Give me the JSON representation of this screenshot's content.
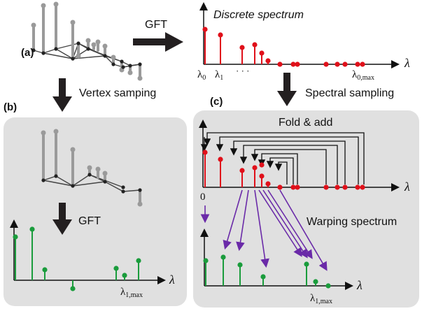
{
  "labels": {
    "panel_a": "(a)",
    "panel_b": "(b)",
    "panel_c": "(c)",
    "gft_top": "GFT",
    "gft_b": "GFT",
    "discrete_spectrum": "Discrete spectrum",
    "vertex_sampling": "Vertex samping",
    "spectral_sampling": "Spectral sampling",
    "fold_add": "Fold & add",
    "warping_spectrum": "Warping spectrum",
    "zero": "0",
    "lambda": "λ",
    "dots": "· · ·"
  },
  "ticks": {
    "l0_main": "λ",
    "l0_sub": "0",
    "l1_main": "λ",
    "l1_sub": "1",
    "l0max_main": "λ",
    "l0max_sub": "0,max",
    "l1max_b_main": "λ",
    "l1max_b_sub": "1,max",
    "l1max_c_main": "λ",
    "l1max_c_sub": "1,max"
  },
  "colors": {
    "red": "#e0101a",
    "green": "#1a9c3c",
    "purple": "#6a2aa8",
    "panel_bg": "#e0e0e0",
    "gray_node": "#9a9a9a",
    "dark_node": "#222222"
  }
}
